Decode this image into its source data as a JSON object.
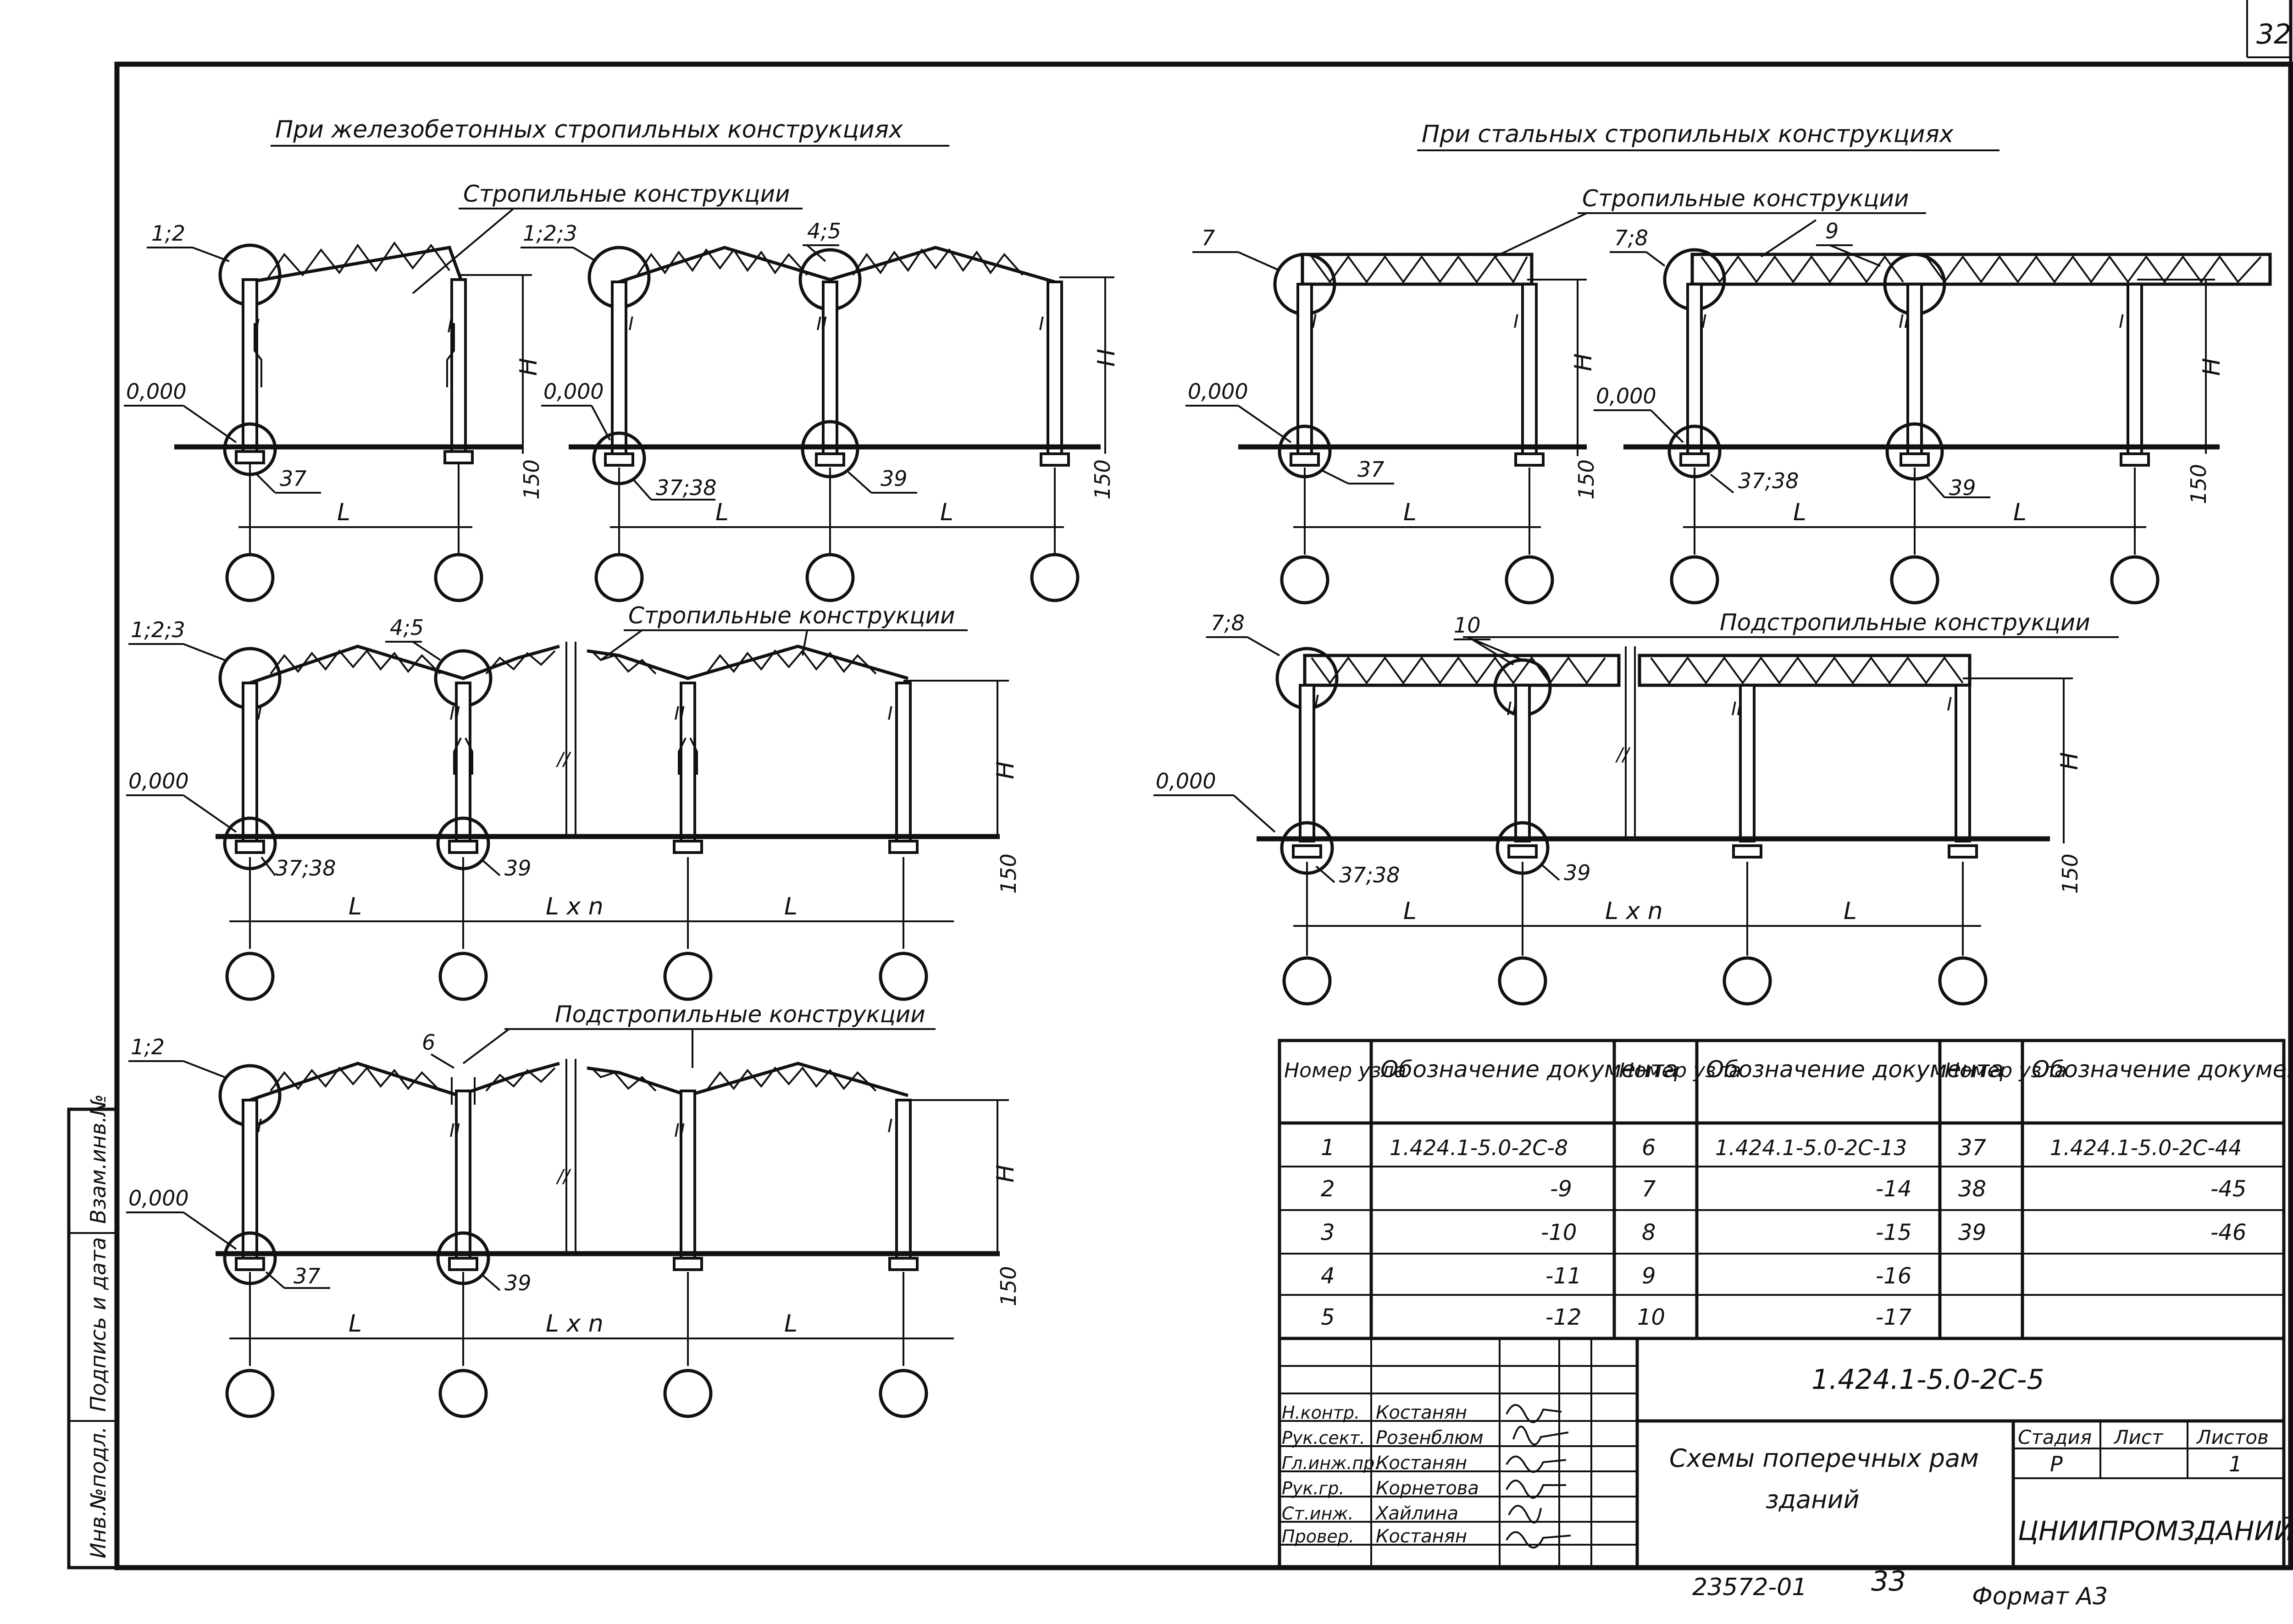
{
  "page": {
    "sheet_number": "32"
  },
  "sections": {
    "rc_title": "При   железобетонных   стропильных   конструкциях",
    "steel_title": "При   стальных   стропильных   конструкциях"
  },
  "labels": {
    "rafter": "Стропильные   конструкции",
    "subrafter": "Подстропильные   конструкции",
    "zero": "0,000",
    "H": "H",
    "L": "L",
    "Ln": "L x n",
    "base_offset": "150"
  },
  "nodes": {
    "d1_top": "1;2",
    "d1_bot": "37",
    "d2_top_left": "1;2;3",
    "d2_top_mid": "4;5",
    "d2_bot_left": "37;38",
    "d2_bot_mid": "39",
    "d3_top_left": "1;2;3",
    "d3_top_mid": "4;5",
    "d3_bot_left": "37;38",
    "d3_bot_mid": "39",
    "d4_top": "1;2",
    "d4_top_mid": "6",
    "d4_bot_left": "37",
    "d4_bot_mid": "39",
    "d5_top": "7",
    "d5_bot": "37",
    "d6_top_left": "7;8",
    "d6_top_mid": "9",
    "d6_bot_left": "37;38",
    "d6_bot_mid": "39",
    "d7_top_left": "7;8",
    "d7_top_mid": "10",
    "d7_bot_left": "37;38",
    "d7_bot_mid": "39"
  },
  "table": {
    "headers": [
      "Номер узла",
      "Обозначение документа",
      "Номер узла",
      "Обозначение документа",
      "Номер узла",
      "Обозначение документа"
    ],
    "rows": [
      [
        "1",
        "1.424.1-5.0-2С-8",
        "6",
        "1.424.1-5.0-2С-13",
        "37",
        "1.424.1-5.0-2С-44"
      ],
      [
        "2",
        "-9",
        "7",
        "-14",
        "38",
        "-45"
      ],
      [
        "3",
        "-10",
        "8",
        "-15",
        "39",
        "-46"
      ],
      [
        "4",
        "-11",
        "9",
        "-16",
        "",
        ""
      ],
      [
        "5",
        "-12",
        "10",
        "-17",
        "",
        ""
      ]
    ]
  },
  "title_block": {
    "doc_code": "1.424.1-5.0-2С-5",
    "title_line1": "Схемы поперечных рам",
    "title_line2": "зданий",
    "stage_header": "Стадия",
    "sheet_header": "Лист",
    "sheets_header": "Листов",
    "stage": "Р",
    "sheet": "",
    "sheets": "1",
    "org": "ЦНИИПРОМЗДАНИЙ",
    "staff": [
      {
        "role": "Н.контр.",
        "name": "Костанян"
      },
      {
        "role": "Рук.сект.",
        "name": "Розенблюм"
      },
      {
        "role": "Гл.инж.пр.",
        "name": "Костанян"
      },
      {
        "role": "Рук.гр.",
        "name": "Корнетова"
      },
      {
        "role": "Ст.инж.",
        "name": "Хайлина"
      },
      {
        "role": "Провер.",
        "name": "Костанян"
      }
    ]
  },
  "footer": {
    "archive": "23572-01",
    "page": "33",
    "format": "Формат А3"
  },
  "side_stamp": [
    "Инв.№подл.",
    "Подпись и дата",
    "Взам.инв.№"
  ]
}
